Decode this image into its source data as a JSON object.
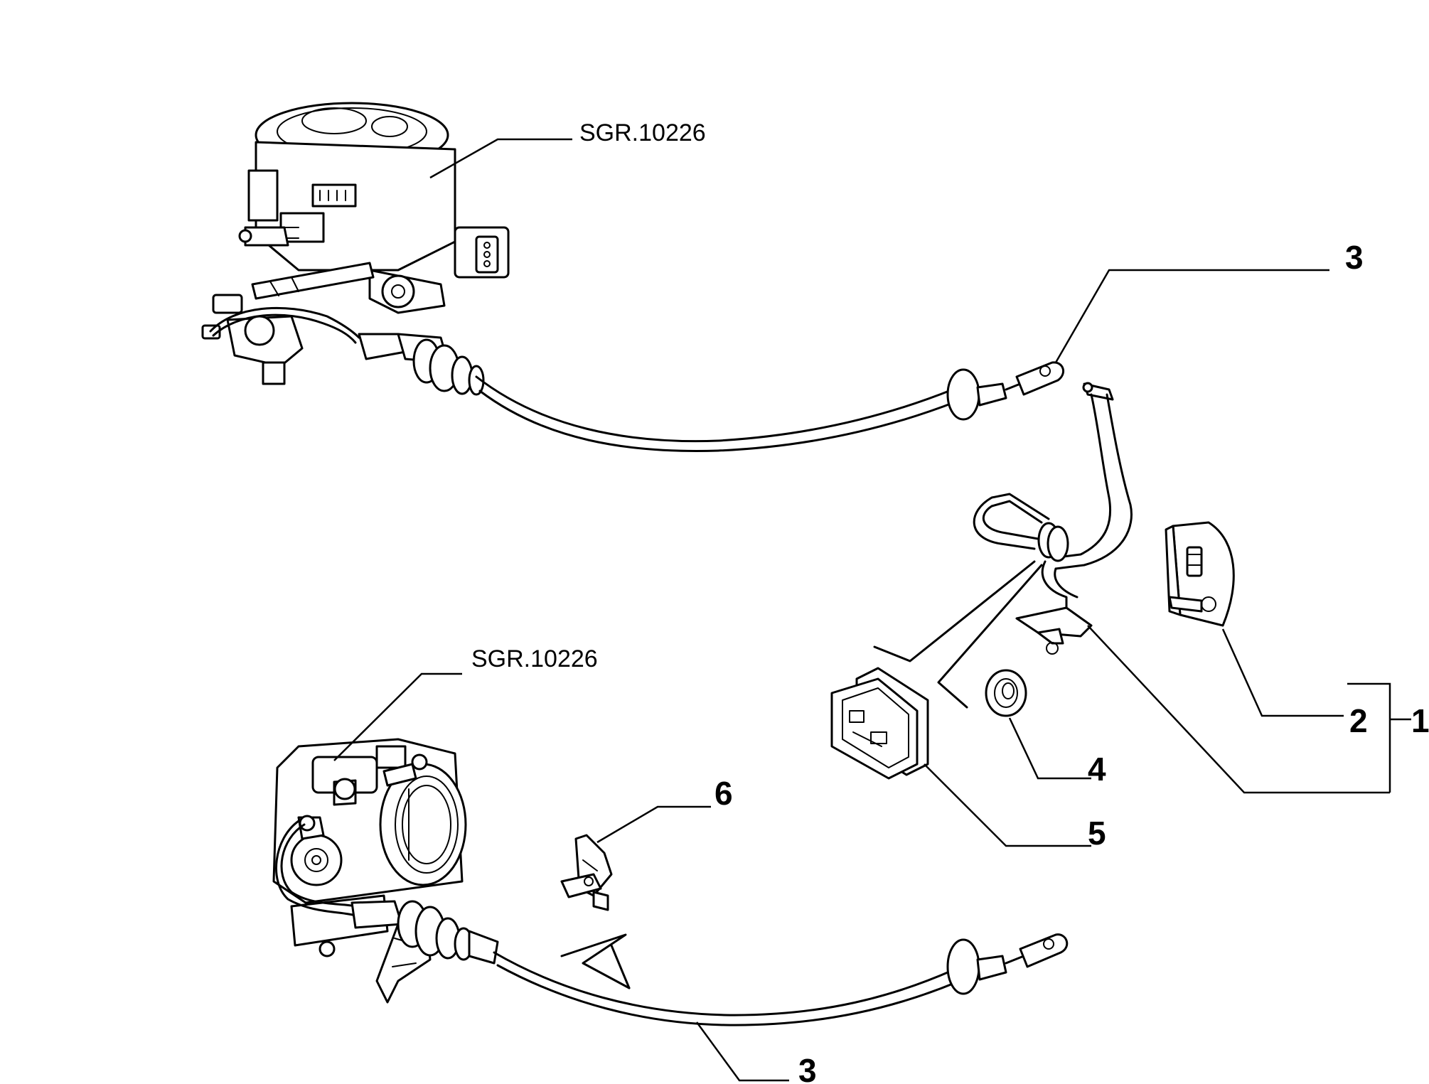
{
  "references": {
    "upper_reference": "SGR.10226",
    "lower_reference": "SGR.10226"
  },
  "callouts": {
    "part_1": "1",
    "part_2": "2",
    "part_3_upper": "3",
    "part_3_lower": "3",
    "part_4": "4",
    "part_5": "5",
    "part_6": "6"
  }
}
